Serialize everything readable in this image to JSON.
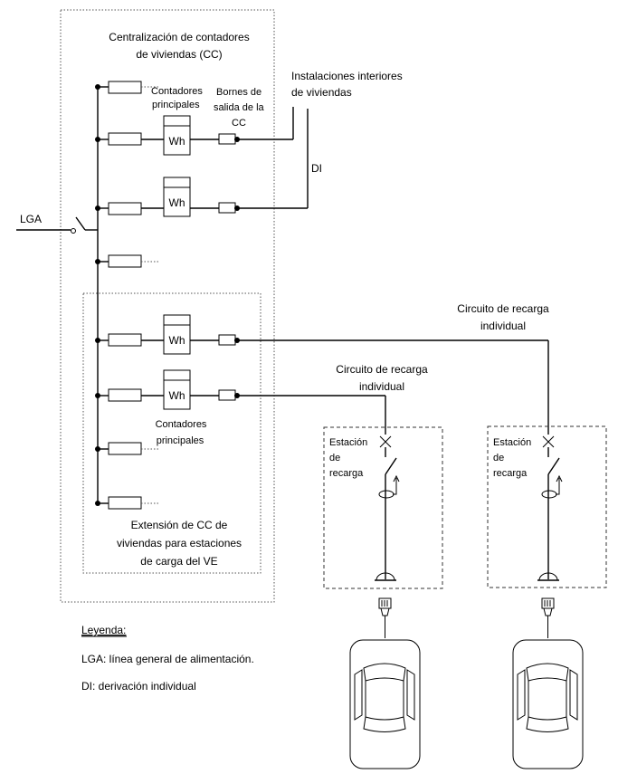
{
  "labels": {
    "cc_title_1": "Centralización de contadores",
    "cc_title_2": "de viviendas (CC)",
    "contadores_1": "Contadores",
    "contadores_2": "principales",
    "bornes_1": "Bornes de",
    "bornes_2": "salida de la",
    "bornes_3": "CC",
    "inst_1": "Instalaciones interiores",
    "inst_2": "de viviendas",
    "di": "DI",
    "lga": "LGA",
    "meter": "Wh",
    "circuit_a_1": "Circuito de recarga",
    "circuit_a_2": "individual",
    "circuit_b_1": "Circuito de recarga",
    "circuit_b_2": "individual",
    "contadores_b_1": "Contadores",
    "contadores_b_2": "principales",
    "ext_1": "Extensión de CC de",
    "ext_2": "viviendas para estaciones",
    "ext_3": "de carga del VE",
    "station_1": "Estación",
    "station_2": "de",
    "station_3": "recarga"
  },
  "legend": {
    "title": "Leyenda:",
    "items": [
      "LGA: línea general de alimentación.",
      "DI: derivación individual"
    ]
  }
}
